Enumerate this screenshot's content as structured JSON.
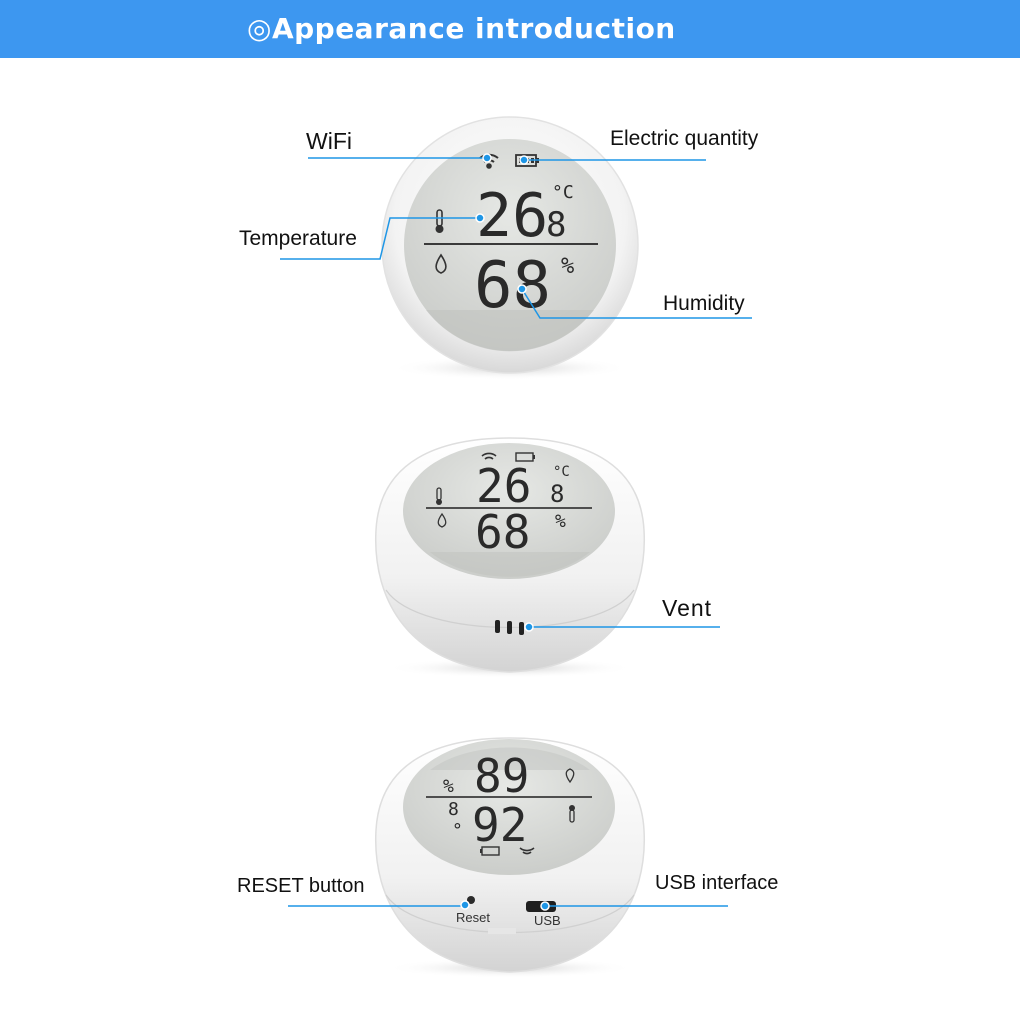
{
  "header": {
    "title_icon": "◎",
    "title": "Appearance introduction"
  },
  "colors": {
    "banner": "#3d97f0",
    "callout_line": "#1e96e6",
    "lcd": "#d9dbd8"
  },
  "callouts": {
    "wifi": "WiFi",
    "electric_quantity": "Electric quantity",
    "temperature": "Temperature",
    "humidity": "Humidity",
    "vent": "Vent",
    "reset_button": "RESET button",
    "usb_interface": "USB interface"
  },
  "devices": {
    "front": {
      "temperature_main": "26",
      "temperature_decimal": "8",
      "temperature_unit": "°C",
      "humidity": "68",
      "humidity_unit": "%"
    },
    "side": {
      "temperature_main": "26",
      "temperature_decimal": "8",
      "temperature_unit": "°C",
      "humidity": "68",
      "humidity_unit": "%"
    },
    "back": {
      "top_reading": "89",
      "top_unit": "%",
      "bottom_reading": "92",
      "bottom_prefix": "8",
      "bottom_unit": "°",
      "reset_label": "Reset",
      "usb_label": "USB"
    }
  }
}
